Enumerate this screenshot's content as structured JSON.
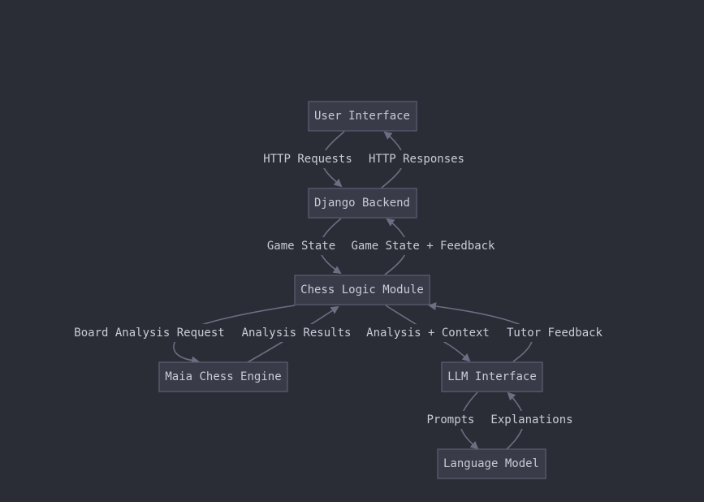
{
  "nodes": {
    "ui": "User Interface",
    "backend": "Django Backend",
    "chess": "Chess Logic Module",
    "maia": "Maia Chess Engine",
    "llm": "LLM Interface",
    "model": "Language Model"
  },
  "edges": {
    "http_requests": "HTTP Requests",
    "http_responses": "HTTP Responses",
    "game_state": "Game State",
    "game_state_feedback": "Game State + Feedback",
    "board_analysis_request": "Board Analysis Request",
    "analysis_results": "Analysis Results",
    "analysis_context": "Analysis + Context",
    "tutor_feedback": "Tutor Feedback",
    "prompts": "Prompts",
    "explanations": "Explanations"
  },
  "colors": {
    "background": "#2b2d36",
    "node_fill": "#393b48",
    "node_stroke": "#5a5d70",
    "edge": "#6b6f82",
    "text": "#c9cbd6"
  }
}
